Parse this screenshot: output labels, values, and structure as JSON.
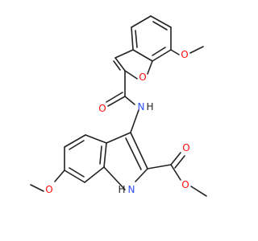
{
  "molecule": {
    "colors": {
      "bond": "#222222",
      "oxygen": "#ff0d0d",
      "nitrogen": "#3050f8",
      "hydrogen": "#222222"
    },
    "atom_labels": {
      "o_methoxy_top": "O",
      "o_furan": "O",
      "o_amide": "O",
      "n_amide": "N",
      "h_amide": "H",
      "o_ester_carbonyl": "O",
      "o_ester_alkoxy": "O",
      "o_methoxy_bottom": "O",
      "n_indole": "N",
      "h_indole": "H"
    }
  }
}
